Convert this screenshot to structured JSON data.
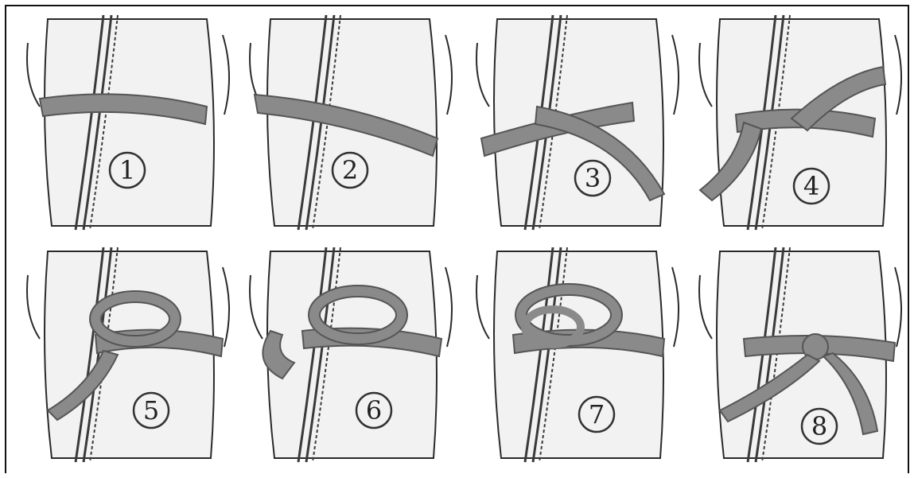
{
  "steps": [
    {
      "label": "①",
      "number": "1"
    },
    {
      "label": "②",
      "number": "2"
    },
    {
      "label": "③",
      "number": "3"
    },
    {
      "label": "④",
      "number": "4"
    },
    {
      "label": "⑤",
      "number": "5"
    },
    {
      "label": "⑥",
      "number": "6"
    },
    {
      "label": "⑦",
      "number": "7"
    },
    {
      "label": "⑧",
      "number": "8"
    }
  ],
  "colors": {
    "belt": "#8a8a8a",
    "belt_dark": "#555555",
    "gi": "#f2f2f2",
    "line": "#2a2a2a",
    "stripe": "#3a3a3a"
  }
}
